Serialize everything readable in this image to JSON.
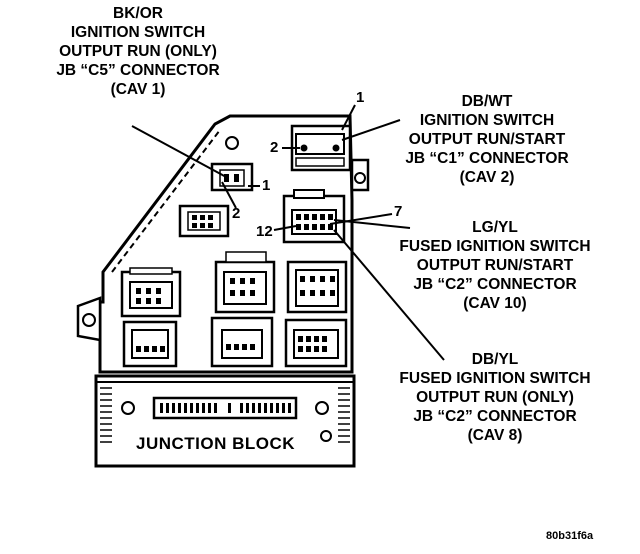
{
  "callouts": {
    "c5": {
      "l1": "BK/OR",
      "l2": "IGNITION SWITCH",
      "l3": "OUTPUT RUN (ONLY)",
      "l4": "JB “C5” CONNECTOR",
      "l5": "(CAV 1)"
    },
    "c1": {
      "l1": "DB/WT",
      "l2": "IGNITION SWITCH",
      "l3": "OUTPUT RUN/START",
      "l4": "JB “C1” CONNECTOR",
      "l5": "(CAV 2)"
    },
    "c2_10": {
      "l1": "LG/YL",
      "l2": "FUSED IGNITION SWITCH",
      "l3": "OUTPUT RUN/START",
      "l4": "JB “C2” CONNECTOR",
      "l5": "(CAV 10)"
    },
    "c2_8": {
      "l1": "DB/YL",
      "l2": "FUSED IGNITION SWITCH",
      "l3": "OUTPUT RUN (ONLY)",
      "l4": "JB “C2” CONNECTOR",
      "l5": "(CAV 8)"
    }
  },
  "pins": {
    "c1_pin1": "1",
    "c1_pin2": "2",
    "c5_pin1": "1",
    "c5_pin2": "2",
    "c2_pin12": "12",
    "c2_pin7": "7"
  },
  "block_label": "JUNCTION BLOCK",
  "figure_id": "80b31f6a"
}
